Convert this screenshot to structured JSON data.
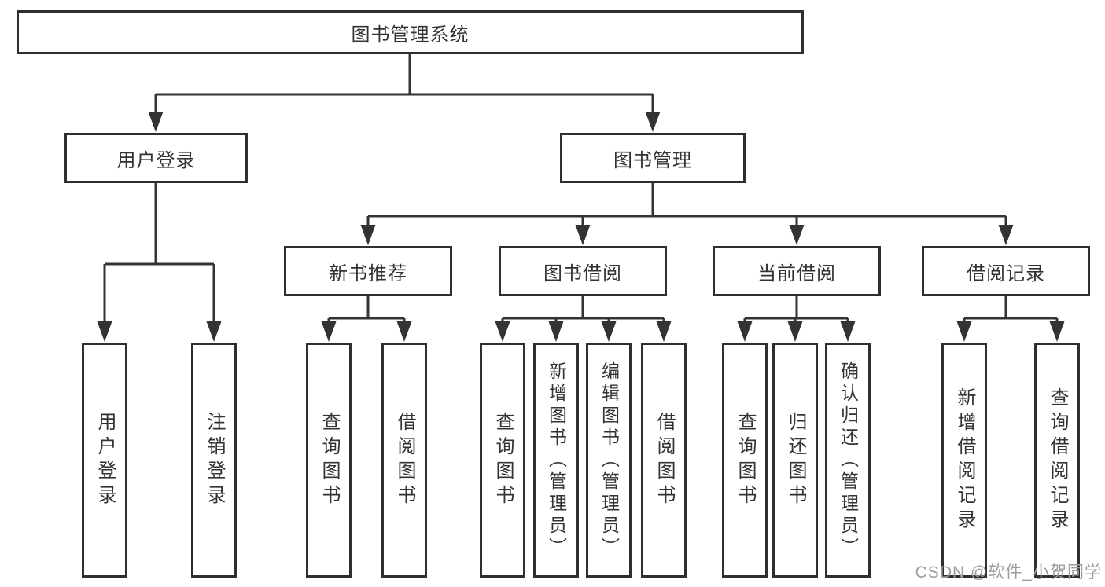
{
  "diagram_title": "图书管理系统",
  "tree": {
    "label": "图书管理系统",
    "children": [
      {
        "label": "用户登录",
        "children": [
          {
            "label": "用户登录"
          },
          {
            "label": "注销登录"
          }
        ]
      },
      {
        "label": "图书管理",
        "children": [
          {
            "label": "新书推荐",
            "children": [
              {
                "label": "查询图书"
              },
              {
                "label": "借阅图书"
              }
            ]
          },
          {
            "label": "图书借阅",
            "children": [
              {
                "label": "查询图书"
              },
              {
                "label": "新增图书（管理员）"
              },
              {
                "label": "编辑图书（管理员）"
              },
              {
                "label": "借阅图书"
              }
            ]
          },
          {
            "label": "当前借阅",
            "children": [
              {
                "label": "查询图书"
              },
              {
                "label": "归还图书"
              },
              {
                "label": "确认归还（管理员）"
              }
            ]
          },
          {
            "label": "借阅记录",
            "children": [
              {
                "label": "新增借阅记录"
              },
              {
                "label": "查询借阅记录"
              }
            ]
          }
        ]
      }
    ]
  },
  "watermark": {
    "text": "CSDN @软件_小贺同学"
  },
  "colors": {
    "line": "#333333",
    "border": "#2f2f2f",
    "text": "#333333",
    "background": "#ffffff",
    "watermark": "#9d9d9d"
  }
}
